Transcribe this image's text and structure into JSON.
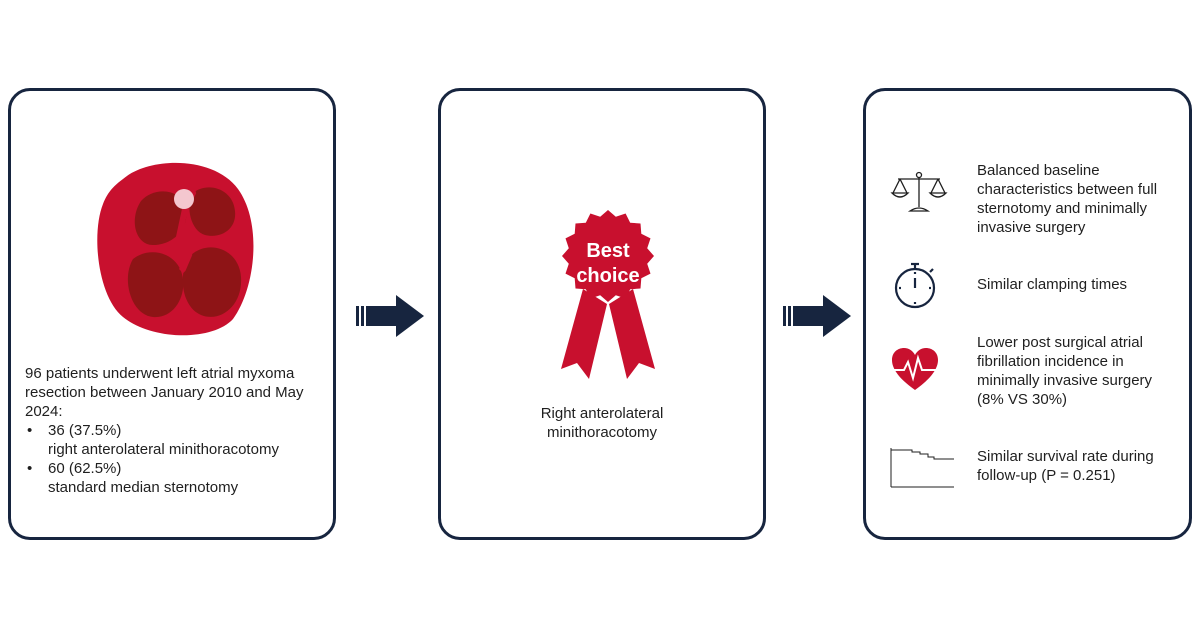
{
  "panel1": {
    "intro": "96 patients underwent left atrial myxoma resection between January 2010 and May 2024:",
    "items": [
      {
        "bullet": "•",
        "count": "36 (37.5%)",
        "label": "right anterolateral minithoracotomy"
      },
      {
        "bullet": "•",
        "count": "60 (62.5%)",
        "label": "standard median sternotomy"
      }
    ]
  },
  "panel2": {
    "badge_line1": "Best",
    "badge_line2": "choice",
    "caption_line1": "Right anterolateral",
    "caption_line2": "minithoracotomy"
  },
  "panel3": {
    "items": [
      {
        "icon": "scale-icon",
        "text": "Balanced baseline characteristics between full sternotomy and minimally invasive surgery"
      },
      {
        "icon": "stopwatch-icon",
        "text": "Similar clamping times"
      },
      {
        "icon": "heart-rate-icon",
        "text": "Lower post surgical atrial fibrillation incidence in minimally invasive surgery (8% VS 30%)"
      },
      {
        "icon": "survival-curve-icon",
        "text": "Similar survival rate during follow-up (P = 0.251)"
      }
    ]
  },
  "colors": {
    "border": "#17253f",
    "arrow": "#17253f",
    "accent_red": "#c8102e",
    "dark_red": "#8e1416",
    "text": "#1f1f1f"
  }
}
